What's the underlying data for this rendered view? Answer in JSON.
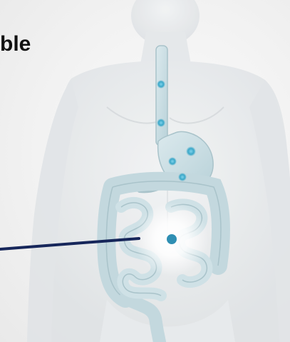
{
  "caption": {
    "text": "ble"
  },
  "colors": {
    "background": "#f2f2f2",
    "body_silhouette": "#e3e6e9",
    "organ_fill": "#cfe1e6",
    "organ_stroke": "#a9c3ca",
    "particle": "#3aa7c8",
    "pointer_line": "#16265a",
    "glow": "#ffffff"
  },
  "icons": {
    "particles": "glowing-blue-dots",
    "capsule_glow": "radial-light-glow"
  }
}
